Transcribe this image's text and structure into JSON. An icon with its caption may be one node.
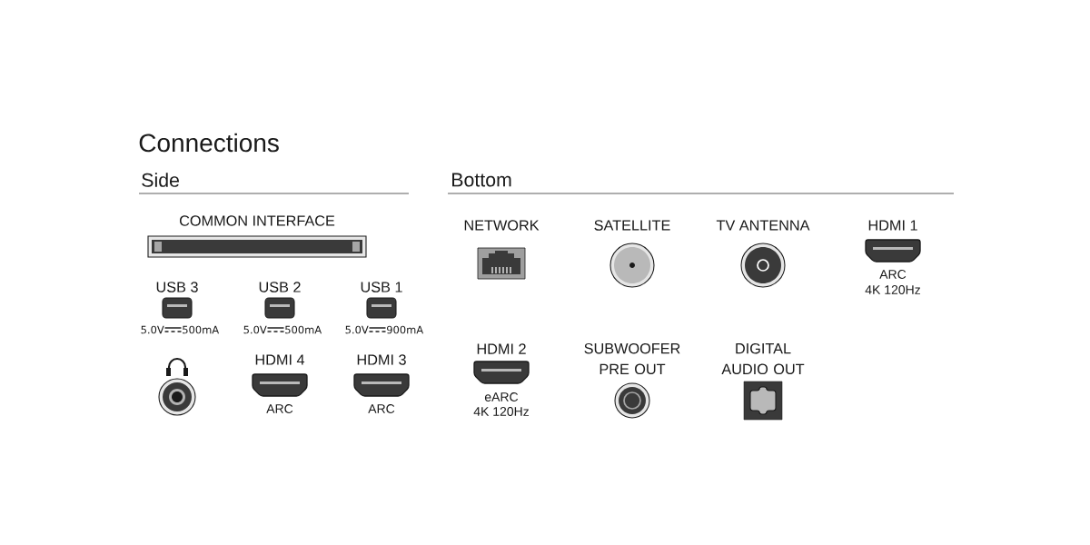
{
  "diagram": {
    "title": "Connections",
    "labels": [
      "Side",
      "Bottom",
      "COMMON INTERFACE",
      "NETWORK",
      "SATELLITE",
      "TV ANTENNA",
      "HDMI 1",
      "ARC",
      "USB 3",
      "USB 2",
      "USB 1",
      "4K 120Hz",
      "5.0V",
      "500mA",
      "5.0V",
      "500mA",
      "5.0V",
      "900mA",
      "HDMI 4",
      "HDMI 3",
      "HDMI 2",
      "SUBWOOFER PRE OUT",
      "DIGITAL AUDIO OUT",
      "ARC",
      "ARC",
      "eARC",
      "4K 120Hz"
    ]
  }
}
